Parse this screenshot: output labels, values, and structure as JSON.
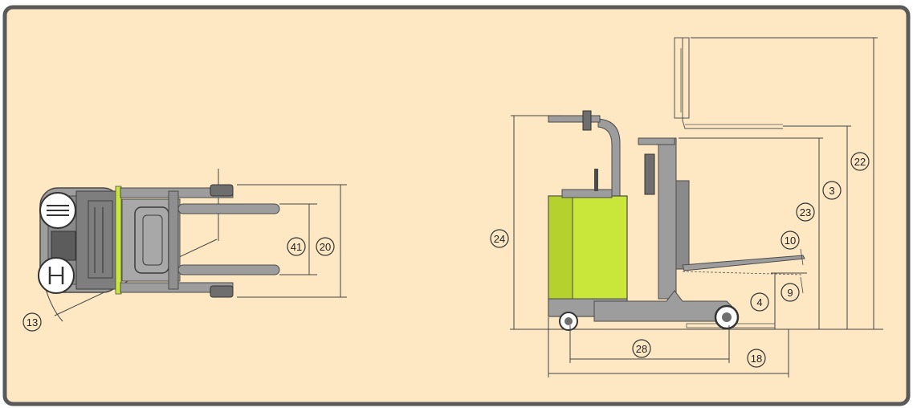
{
  "colors": {
    "panel_fill": "#fde8c3",
    "frame": "#5a5a5a",
    "machine_gray": "#9d9d9d",
    "machine_dark": "#4a4a4a",
    "accent_green": "#c9e63a",
    "dimension_line": "#444444"
  },
  "plan_view": {
    "labels": {
      "fork_spread": "41",
      "overall_width": "20",
      "turning_radius": "13"
    }
  },
  "side_view": {
    "labels": {
      "max_fork_height": "3",
      "free_lift_height": "23",
      "mast_extended_height": "22",
      "overhead_guard_height": "24",
      "tilt_forward": "10",
      "tilt_backward": "9",
      "base_lift_height": "4",
      "wheelbase": "28",
      "overall_length": "18"
    }
  }
}
